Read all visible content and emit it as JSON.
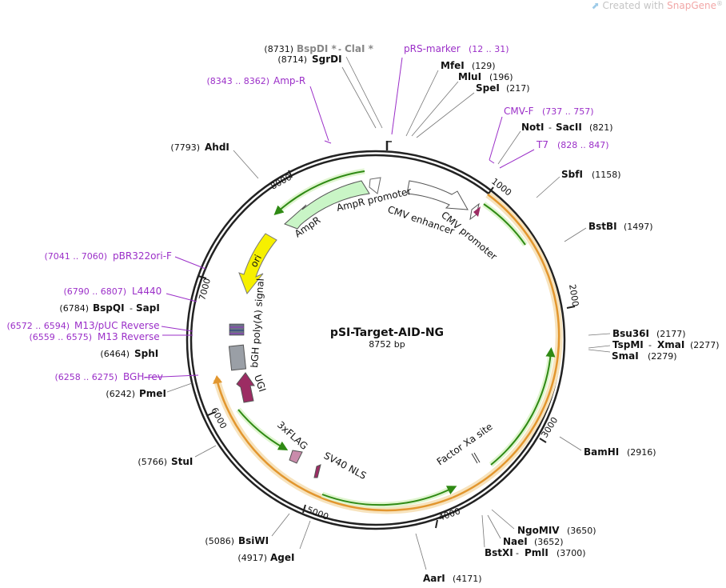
{
  "watermark": {
    "prefix": "Created with ",
    "brand": "SnapGene",
    "reg": "®"
  },
  "plasmid": {
    "name": "pSI-Target-AID-NG",
    "length_label": "8752 bp"
  },
  "colors": {
    "primer": "#9b2fc8",
    "ampr": "#c9f5c6",
    "ori": "#f6f000",
    "ugi": "#9c2c63",
    "orf_ring": "#e2962e",
    "orf_arrow": "#2f8a14"
  },
  "sites": [
    {
      "name": "BspDI *",
      "name2": "ClaI *",
      "pos": "(8731)",
      "gray": true
    },
    {
      "name": "SgrDI",
      "pos": "(8714)"
    },
    {
      "name": "MfeI",
      "pos": "(129)"
    },
    {
      "name": "MluI",
      "pos": "(196)"
    },
    {
      "name": "SpeI",
      "pos": "(217)"
    },
    {
      "name": "NotI",
      "name2": "SacII",
      "pos": "(821)"
    },
    {
      "name": "SbfI",
      "pos": "(1158)"
    },
    {
      "name": "BstBI",
      "pos": "(1497)"
    },
    {
      "name": "Bsu36I",
      "pos": "(2177)"
    },
    {
      "name": "TspMI",
      "name2": "XmaI",
      "pos": "(2277)"
    },
    {
      "name": "SmaI",
      "pos": "(2279)"
    },
    {
      "name": "BamHI",
      "pos": "(2916)"
    },
    {
      "name": "NgoMIV",
      "pos": "(3650)"
    },
    {
      "name": "NaeI",
      "pos": "(3652)"
    },
    {
      "name": "BstXI",
      "name2": "PmlI",
      "pos": "(3700)"
    },
    {
      "name": "AarI",
      "pos": "(4171)"
    },
    {
      "name": "AgeI",
      "pos": "(4917)"
    },
    {
      "name": "BsiWI",
      "pos": "(5086)"
    },
    {
      "name": "StuI",
      "pos": "(5766)"
    },
    {
      "name": "PmeI",
      "pos": "(6242)"
    },
    {
      "name": "SphI",
      "pos": "(6464)"
    },
    {
      "name": "BspQI",
      "name2": "SapI",
      "pos": "(6784)"
    },
    {
      "name": "AhdI",
      "pos": "(7793)"
    }
  ],
  "primers": [
    {
      "name": "pRS-marker",
      "range": "(12 .. 31)"
    },
    {
      "name": "Amp-R",
      "range": "(8343 .. 8362)"
    },
    {
      "name": "CMV-F",
      "range": "(737 .. 757)"
    },
    {
      "name": "T7",
      "range": "(828 .. 847)"
    },
    {
      "name": "pBR322ori-F",
      "range": "(7041 .. 7060)"
    },
    {
      "name": "L4440",
      "range": "(6790 .. 6807)"
    },
    {
      "name": "M13/pUC Reverse",
      "range": "(6572 .. 6594)"
    },
    {
      "name": "M13 Reverse",
      "range": "(6559 .. 6575)"
    },
    {
      "name": "BGH-rev",
      "range": "(6258 .. 6275)"
    }
  ],
  "features": [
    "AmpR promoter",
    "AmpR",
    "CMV enhancer",
    "CMV promoter",
    "ori",
    "bGH poly(A) signal",
    "UGI",
    "3xFLAG",
    "SV40 NLS",
    "Factor Xa site"
  ],
  "ticks": [
    "1000",
    "2000",
    "3000",
    "4000",
    "5000",
    "6000",
    "7000",
    "8000"
  ]
}
